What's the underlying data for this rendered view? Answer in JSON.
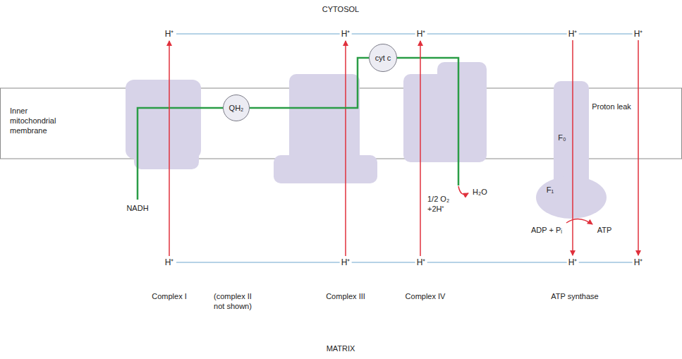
{
  "diagram": {
    "nodes": [
      {
        "text": [
          "QH₂"
        ]
      },
      {
        "text": [
          "cyt c"
        ]
      }
    ],
    "edges": [
      {
        "from": 0,
        "to": 1,
        "arrow": "none"
      }
    ],
    "labels": [
      "CYTOSOL",
      "H⁺",
      "H⁺",
      "H⁺",
      "H⁺",
      "H⁺",
      "Inner mitochondrial membrane",
      "NADH",
      "F₀",
      "Proton leak",
      "1/2 O₂ +2H⁺",
      "H₂O",
      "F₁",
      "ADP + Pᵢ",
      "ATP",
      "H⁺",
      "H⁺",
      "H⁺",
      "H⁺",
      "H⁺",
      "Complex I",
      "(complex II not shown)",
      "Complex III",
      "Complex IV",
      "ATP synthase",
      "MATRIX"
    ]
  }
}
